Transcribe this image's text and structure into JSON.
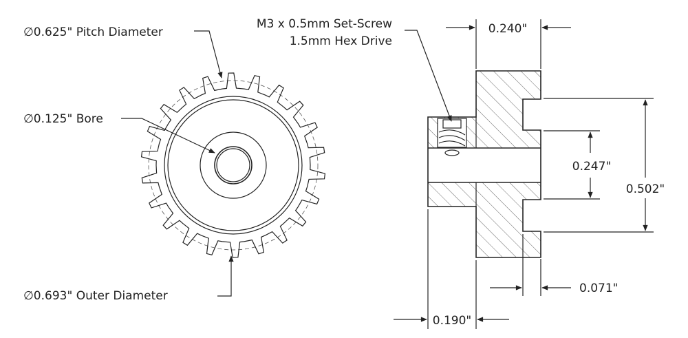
{
  "labels": {
    "pitch_diameter": "∅0.625\" Pitch Diameter",
    "bore": "∅0.125\" Bore",
    "outer_diameter": "∅0.693\" Outer Diameter",
    "set_screw_line1": "M3 x 0.5mm Set-Screw",
    "set_screw_line2": "1.5mm Hex Drive"
  },
  "dimensions": {
    "hub_width": "0.240\"",
    "bore_height": "0.247\"",
    "hub_height": "0.502\"",
    "recess_depth": "0.071\"",
    "gear_width": "0.190\""
  },
  "gear": {
    "tooth_count": 22
  }
}
